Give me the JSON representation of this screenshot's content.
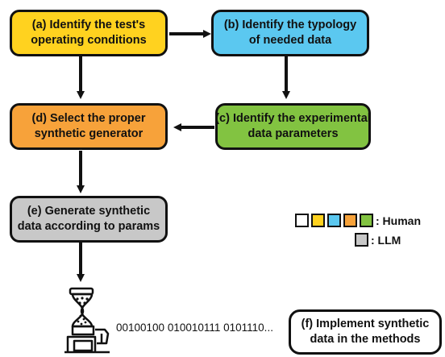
{
  "nodes": {
    "a": {
      "line1": "(a) Identify the test's",
      "line2": "operating conditions",
      "color": "#FFD21F"
    },
    "b": {
      "line1": "(b) Identify the typology",
      "line2": "of needed data",
      "color": "#5BC8F0"
    },
    "c": {
      "line1": "(c) Identify the experimental",
      "line2": "data parameters",
      "color": "#82C341"
    },
    "d": {
      "line1": "(d) Select the proper",
      "line2": "synthetic generator",
      "color": "#F7A23A"
    },
    "e": {
      "line1": "(e) Generate synthetic",
      "line2": "data according to params",
      "color": "#C8C8C8"
    },
    "f": {
      "line1": "(f) Implement synthetic",
      "line2": "data in the methods",
      "color": "#FFFFFF"
    }
  },
  "legend": {
    "human": {
      "label": ": Human",
      "swatches": [
        "#FFFFFF",
        "#FFD21F",
        "#5BC8F0",
        "#F7A23A",
        "#82C341"
      ]
    },
    "llm": {
      "label": ": LLM",
      "swatches": [
        "#C8C8C8"
      ]
    }
  },
  "bitstream": "00100100 010010111 0101110...",
  "grinder_icon": "coffee-grinder-icon"
}
